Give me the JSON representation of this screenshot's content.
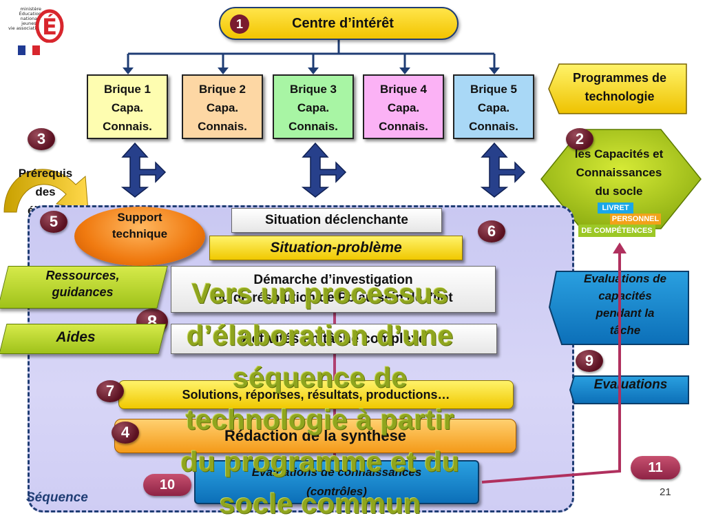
{
  "logo": {
    "lines": [
      "ministère",
      "Éducation",
      "nationale",
      "jeunesse",
      "vie associative"
    ],
    "letter": "É"
  },
  "header": {
    "number": "1",
    "label": "Centre d’intérêt"
  },
  "bricks": [
    {
      "title": "Brique 1",
      "line2": "Capa.",
      "line3": "Connais.",
      "color": "#fefdb0"
    },
    {
      "title": "Brique 2",
      "line2": "Capa.",
      "line3": "Connais.",
      "color": "#fdd7a4"
    },
    {
      "title": "Brique 3",
      "line2": "Capa.",
      "line3": "Connais.",
      "color": "#a8f5a4"
    },
    {
      "title": "Brique 4",
      "line2": "Capa.",
      "line3": "Connais.",
      "color": "#fbb2f5"
    },
    {
      "title": "Brique 5",
      "line2": "Capa.",
      "line3": "Connais.",
      "color": "#a9d8f6"
    }
  ],
  "programmes": {
    "line1": "Programmes de",
    "line2": "technologie"
  },
  "socle": {
    "number": "2",
    "line1": "les Capacités et",
    "line2": "Connaissances",
    "line3": "du socle",
    "livret": [
      "LIVRET",
      "PERSONNEL",
      "DE COMPÉTENCES"
    ]
  },
  "prerequis": {
    "number": "3",
    "line1": "Prérequis",
    "line2": "des",
    "line3": "élèves"
  },
  "sequence": {
    "support_number": "5",
    "support_line1": "Support",
    "support_line2": "technique",
    "situation_declenchante": "Situation déclenchante",
    "situation_probleme": "Situation-problème",
    "demarche_line1": "Démarche d’investigation",
    "demarche_line2": "ou de résolution de Pb au sein de l’îlot",
    "activites": "Activités en tâche complexe",
    "number_6": "6",
    "number_7": "7",
    "number_8": "8",
    "number_4": "4",
    "number_10": "10",
    "solutions": "Solutions, réponses, résultats, productions…",
    "redaction": "Rédaction de la synthèse",
    "evals_connaissances_line1": "Evaluations de connaissances",
    "evals_connaissances_line2": "(contrôles)",
    "label": "Séquence"
  },
  "left_panels": {
    "ressources_line1": "Ressources,",
    "ressources_line2": "guidances",
    "aides": "Aides"
  },
  "right_panels": {
    "eval_capacites": [
      "Evaluations de",
      "capacités",
      "pendant la",
      "tâche"
    ],
    "number_9": "9",
    "evaluations": "Evaluations",
    "number_11": "11"
  },
  "overlay_title": {
    "lines": [
      "Vers un processus",
      "d’élaboration d’une",
      "séquence de",
      "technologie à partir",
      "du programme et du",
      "socle commun"
    ]
  },
  "page_number": "21",
  "colors": {
    "navy": "#1f3d74",
    "badge": "#6b1a2c",
    "lavender": "#d0cff5",
    "olive_title": "#8fa51e"
  }
}
